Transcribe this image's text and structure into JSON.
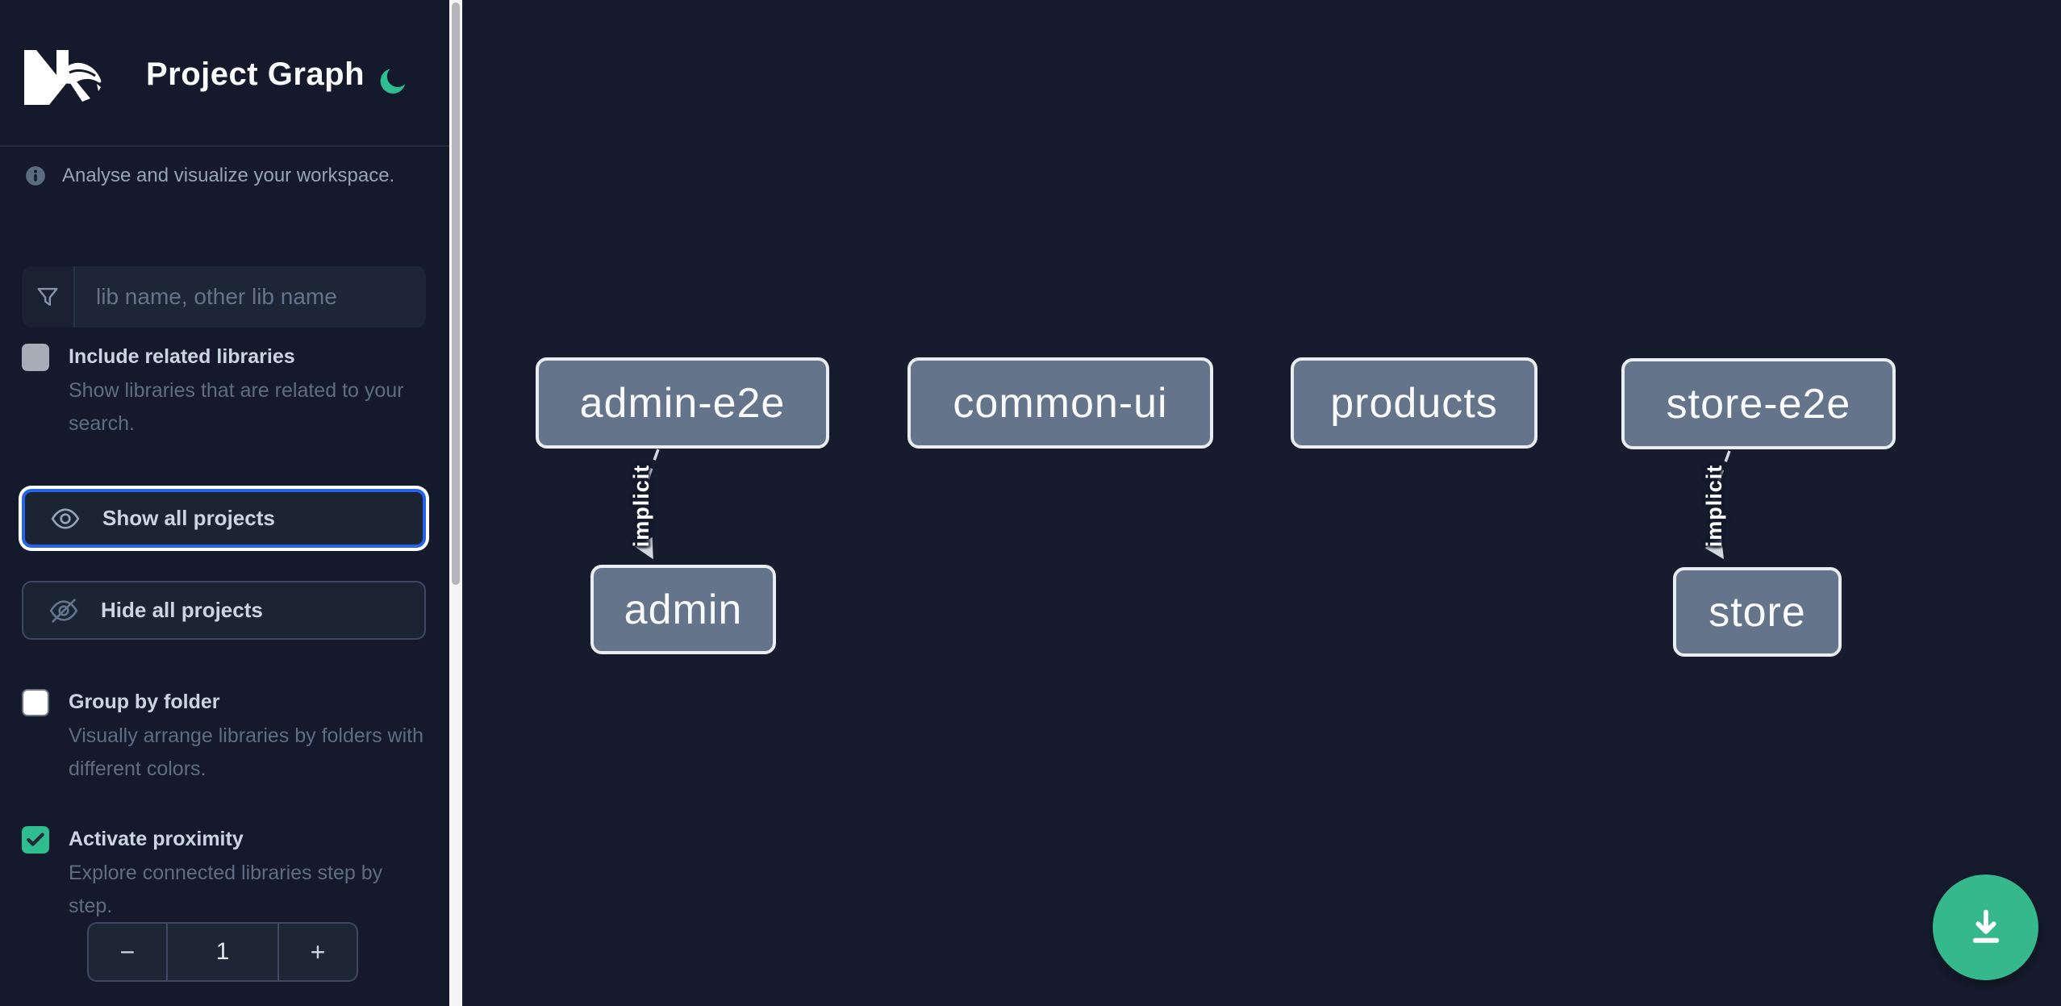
{
  "header": {
    "title": "Project Graph",
    "logo_icon": "nx-logo",
    "theme_icon": "moon-icon"
  },
  "sidebar": {
    "tagline": "Analyse and visualize your workspace.",
    "search": {
      "placeholder": "lib name, other lib name",
      "icon": "filter-icon",
      "value": ""
    },
    "include_related": {
      "label": "Include related libraries",
      "description": "Show libraries that are related to your search.",
      "checked": false
    },
    "show_all_button": {
      "label": "Show all projects",
      "icon": "eye-icon",
      "focused": true
    },
    "hide_all_button": {
      "label": "Hide all projects",
      "icon": "eye-off-icon"
    },
    "group_by_folder": {
      "label": "Group by folder",
      "description": "Visually arrange libraries by folders with different colors.",
      "checked": false
    },
    "activate_proximity": {
      "label": "Activate proximity",
      "description": "Explore connected libraries step by step.",
      "checked": true
    },
    "proximity_stepper": {
      "decrement": "−",
      "value": "1",
      "increment": "+"
    }
  },
  "graph": {
    "nodes": [
      {
        "label": "admin-e2e"
      },
      {
        "label": "common-ui"
      },
      {
        "label": "products"
      },
      {
        "label": "store-e2e"
      },
      {
        "label": "admin"
      },
      {
        "label": "store"
      }
    ],
    "edges": [
      {
        "from": "admin-e2e",
        "to": "admin",
        "label": "implicit",
        "style": "dashed"
      },
      {
        "from": "store-e2e",
        "to": "store",
        "label": "implicit",
        "style": "dashed"
      }
    ],
    "download_button": {
      "icon": "download-icon"
    }
  },
  "colors": {
    "accent_teal": "#2ebd8e",
    "fab_teal": "#35b98c",
    "focus_blue": "#2563eb",
    "node_fill": "#64748b",
    "node_border": "#e9edf2",
    "sidebar_bg": "#141a2b",
    "canvas_bg": "#161c2e",
    "edge": "#d2d8e0"
  }
}
